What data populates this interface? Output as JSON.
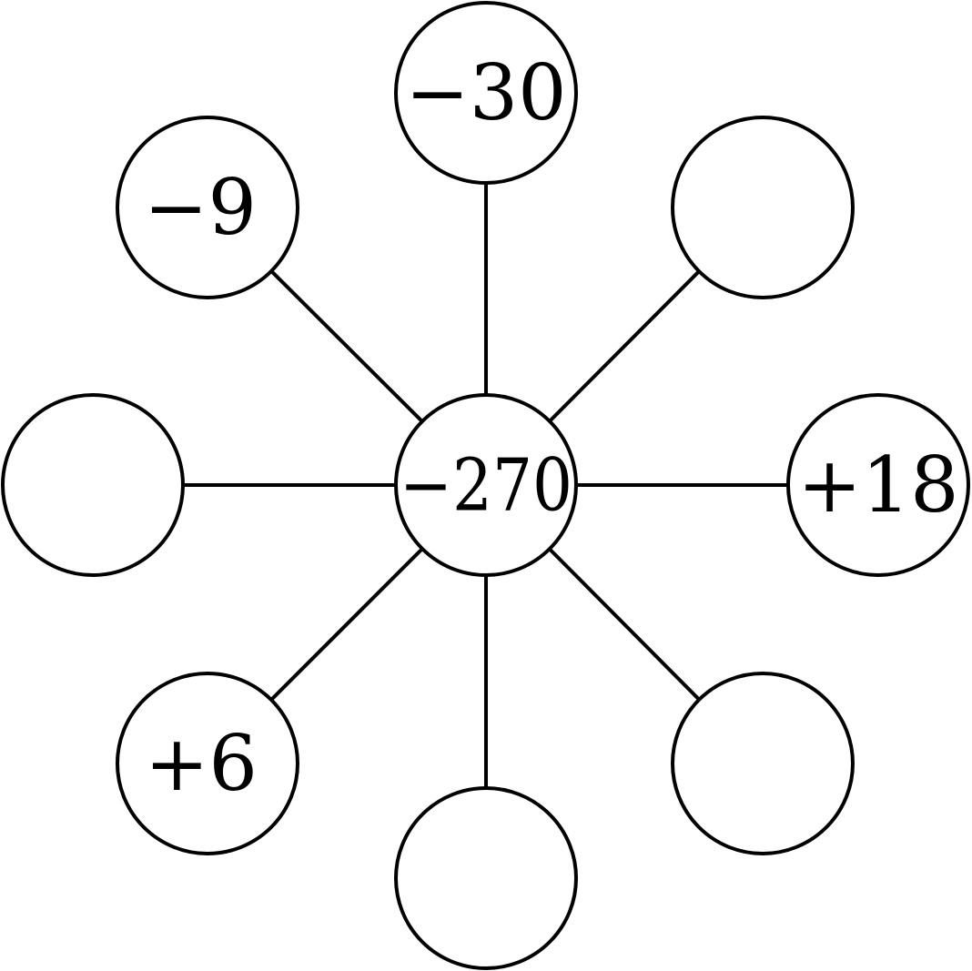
{
  "diagram": {
    "center": {
      "label": "−270"
    },
    "nodes": [
      {
        "position": "top",
        "label": "−30"
      },
      {
        "position": "top-right",
        "label": ""
      },
      {
        "position": "right",
        "label": "+18"
      },
      {
        "position": "bottom-right",
        "label": ""
      },
      {
        "position": "bottom",
        "label": ""
      },
      {
        "position": "bottom-left",
        "label": "+6"
      },
      {
        "position": "left",
        "label": ""
      },
      {
        "position": "top-left",
        "label": "−9"
      }
    ]
  }
}
